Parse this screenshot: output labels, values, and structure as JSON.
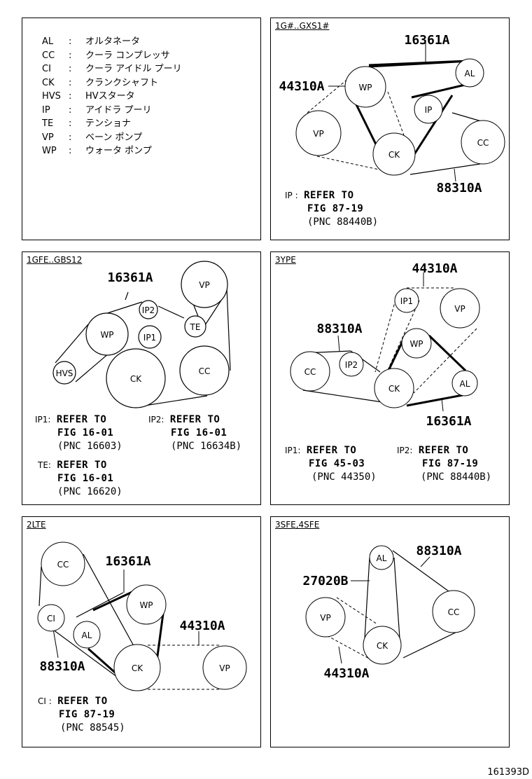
{
  "legend": [
    {
      "abbr": "AL",
      "text": "オルタネータ"
    },
    {
      "abbr": "CC",
      "text": "クーラ コンプレッサ"
    },
    {
      "abbr": "CI",
      "text": "クーラ アイドル プーリ"
    },
    {
      "abbr": "CK",
      "text": "クランクシャフト"
    },
    {
      "abbr": "HVS",
      "text": "HVスタータ"
    },
    {
      "abbr": "IP",
      "text": "アイドラ プーリ"
    },
    {
      "abbr": "TE",
      "text": "テンショナ"
    },
    {
      "abbr": "VP",
      "text": "ベーン ポンプ"
    },
    {
      "abbr": "WP",
      "text": "ウォータ ポンプ"
    }
  ],
  "panels": [
    {
      "tag": "1G#..GXS1#",
      "pulleys": {
        "wp": "WP",
        "al": "AL",
        "ip": "IP",
        "vp": "VP",
        "ck": "CK",
        "cc": "CC"
      },
      "parts": {
        "p1": "16361A",
        "p2": "44310A",
        "p3": "88310A"
      },
      "notes": [
        {
          "key": "IP :",
          "lines": [
            "REFER TO",
            "FIG 87-19",
            "(PNC 88440B)"
          ]
        }
      ]
    },
    {
      "tag": "1GFE..GBS12",
      "pulleys": {
        "vp": "VP",
        "ip2": "IP2",
        "te": "TE",
        "wp": "WP",
        "ip1": "IP1",
        "hvs": "HVS",
        "ck": "CK",
        "cc": "CC"
      },
      "parts": {
        "p1": "16361A"
      },
      "notes": [
        {
          "key": "IP1:",
          "lines": [
            "REFER TO",
            "FIG 16-01",
            "(PNC 16603)"
          ]
        },
        {
          "key": "IP2:",
          "lines": [
            "REFER TO",
            "FIG 16-01",
            "(PNC 16634B)"
          ]
        },
        {
          "key": "TE:",
          "lines": [
            "REFER TO",
            "FIG 16-01",
            "(PNC 16620)"
          ]
        }
      ]
    },
    {
      "tag": "3YPE",
      "pulleys": {
        "ip1": "IP1",
        "vp": "VP",
        "wp": "WP",
        "cc": "CC",
        "ip2": "IP2",
        "ck": "CK",
        "al": "AL"
      },
      "parts": {
        "p1": "44310A",
        "p2": "88310A",
        "p3": "16361A"
      },
      "notes": [
        {
          "key": "IP1:",
          "lines": [
            "REFER TO",
            "FIG 45-03",
            "(PNC 44350)"
          ]
        },
        {
          "key": "IP2:",
          "lines": [
            "REFER TO",
            "FIG 87-19",
            "(PNC 88440B)"
          ]
        }
      ]
    },
    {
      "tag": "2LTE",
      "pulleys": {
        "cc": "CC",
        "wp": "WP",
        "ci": "CI",
        "al": "AL",
        "ck": "CK",
        "vp": "VP"
      },
      "parts": {
        "p1": "16361A",
        "p2": "44310A",
        "p3": "88310A"
      },
      "notes": [
        {
          "key": "CI :",
          "lines": [
            "REFER TO",
            "FIG 87-19",
            "(PNC 88545)"
          ]
        }
      ]
    },
    {
      "tag": "3SFE,4SFE",
      "pulleys": {
        "al": "AL",
        "cc": "CC",
        "vp": "VP",
        "ck": "CK"
      },
      "parts": {
        "p1": "88310A",
        "p2": "27020B",
        "p3": "44310A"
      },
      "notes": []
    }
  ],
  "code": "161393D"
}
